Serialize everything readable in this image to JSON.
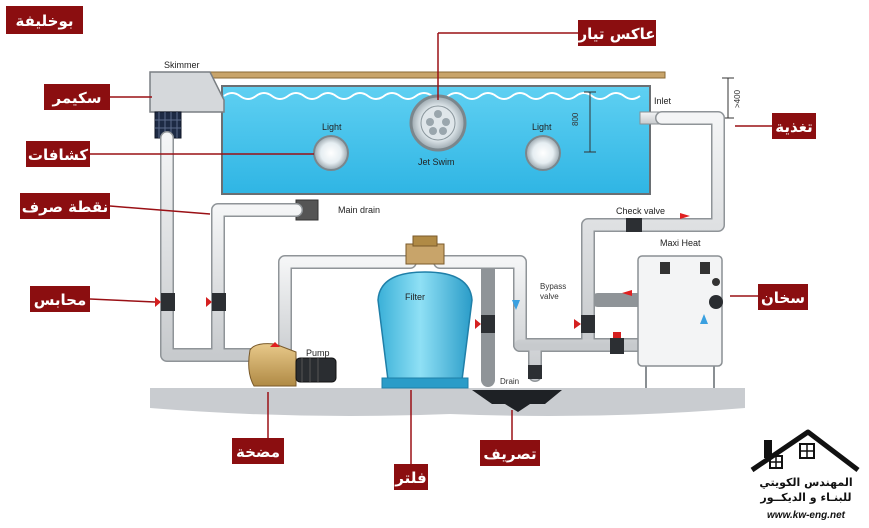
{
  "title_tag": "بوخليفة",
  "labels": {
    "jet_reflector": "عاكس تيار",
    "skimmer": "سكيمر",
    "lights": "كشافات",
    "drain_point": "نقطة صرف",
    "valves": "محابس",
    "pump": "مضخة",
    "filter": "فلتر",
    "drainage": "تصريف",
    "heater": "سخان",
    "feed": "تغذية"
  },
  "diagram_text": {
    "skimmer": "Skimmer",
    "light_left": "Light",
    "light_right": "Light",
    "jet_swim": "Jet Swim",
    "inlet": "Inlet",
    "depth_800": "800",
    "depth_400": ">400",
    "main_drain": "Main drain",
    "check_valve": "Check valve",
    "maxi_heat": "Maxi Heat",
    "bypass_valve_line1": "Bypass",
    "bypass_valve_line2": "valve",
    "filter": "Filter",
    "pump": "Pump",
    "drain": "Drain"
  },
  "logo": {
    "line1": "المهندس الكويتي",
    "line2": "للبنـاء و الديكــور",
    "url": "www.kw-eng.net"
  },
  "colors": {
    "label_bg": "#8b0e10",
    "water": "#3fc3ec",
    "pipe": "#e4e6e8",
    "ground": "#c9ccd0",
    "deck": "#c8a46a",
    "arrow": "#e02020",
    "flow_arrow": "#3aa0e0"
  }
}
